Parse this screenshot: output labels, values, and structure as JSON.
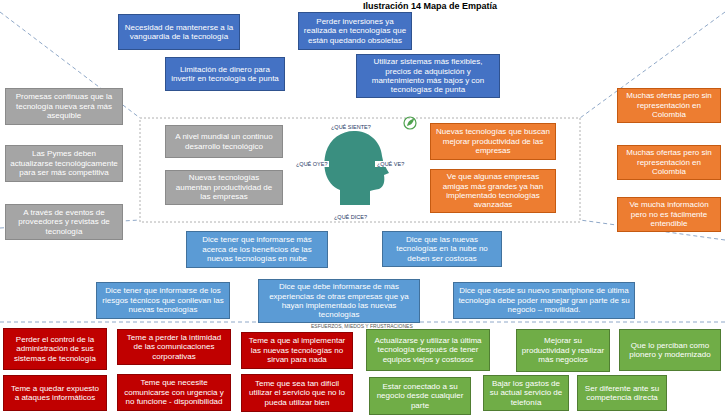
{
  "diagram": {
    "title": "Ilustración 14 Mapa de Empatía",
    "nodes": [
      {
        "text": [
          "Necesidad de mantenerse a la vanguardia de la tecnología"
        ]
      },
      {
        "text": [
          "Perder inversiones ya realizada en tecnologías que están quedando obsoletas"
        ]
      },
      {
        "text": [
          "Limitación de dinero para invertir en tecnología de punta"
        ]
      },
      {
        "text": [
          "Utilizar sistemas más flexibles, precios de adquisición y mantenimiento más bajos y con tecnologías de punta"
        ]
      },
      {
        "text": [
          "Promesas continuas que la tecnología nueva será más asequible"
        ]
      },
      {
        "text": [
          "Las Pymes deben actualizarse tecnológicamente para ser más competitiva"
        ]
      },
      {
        "text": [
          "A través de eventos de proveedores y revistas de tecnología"
        ]
      },
      {
        "text": [
          "A nivel mundial un continuo desarrollo tecnológico"
        ]
      },
      {
        "text": [
          "Nuevas tecnologías aumentan productividad de las empresas"
        ]
      },
      {
        "text": [
          "Nuevas tecnologías que buscan mejorar productividad de las empresas"
        ]
      },
      {
        "text": [
          "Ve que algunas empresas amigas más grandes ya han implementado tecnologías avanzadas"
        ]
      },
      {
        "text": [
          "Muchas ofertas pero sin representación en Colombia"
        ]
      },
      {
        "text": [
          "Muchas ofertas pero sin representación en Colombia"
        ]
      },
      {
        "text": [
          "Ve mucha información pero no es fácilmente entendible"
        ]
      },
      {
        "text": [
          "Dice tener que informarse más acerca de los beneficios de las nuevas tecnologías en nube"
        ]
      },
      {
        "text": [
          "Dice que las nuevas tecnologías en la nube no deben ser costosas"
        ]
      },
      {
        "text": [
          "Dice tener que informarse de los riesgos técnicos que conllevan las nuevas tecnologías"
        ]
      },
      {
        "text": [
          "Dice que debe informarse de más experiencias de otras empresas que ya hayan implementado las nuevas tecnologías"
        ]
      },
      {
        "text": [
          "Dice que desde su nuevo smartphone de última tecnología debe poder manejar gran parte de su negocio – movilidad."
        ]
      },
      {
        "text": [
          "Perder el control de la administración de sus sistemas de tecnología"
        ]
      },
      {
        "text": [
          "Teme a perder la intimidad de las comunicaciones corporativas"
        ]
      },
      {
        "text": [
          "Teme a que al implementar las nuevas tecnologías no sirvan para nada"
        ]
      },
      {
        "text": [
          "Teme a quedar expuesto a ataques informáticos"
        ]
      },
      {
        "text": [
          "Teme que necesite comunicarse con urgencia y no funcione - disponibilidad"
        ]
      },
      {
        "text": [
          "Teme que sea tan difícil utilizar el servicio que no lo pueda utilizar bien"
        ]
      },
      {
        "text": [
          "Actualizarse y utilizar la última tecnología después de tener equipos viejos y costosos"
        ]
      },
      {
        "text": [
          "Mejorar su productividad y realizar más negocios"
        ]
      },
      {
        "text": [
          "Que lo perciban como pionero y modernizado"
        ]
      },
      {
        "text": [
          "Estar conectado a su negocio desde cualquier parte"
        ]
      },
      {
        "text": [
          "Bajar los gastos de su actual servicio de telefonía"
        ]
      },
      {
        "text": [
          "Ser diferente ante su competencia directa"
        ]
      }
    ],
    "labels": [
      "¿QUÉ SIENTE?",
      "¿QUÉ OYE?",
      "¿QUÉ VE?",
      "¿QUÉ DICE?",
      "ESFUERZOS, MIEDOS Y FRUSTRACIONES"
    ]
  }
}
